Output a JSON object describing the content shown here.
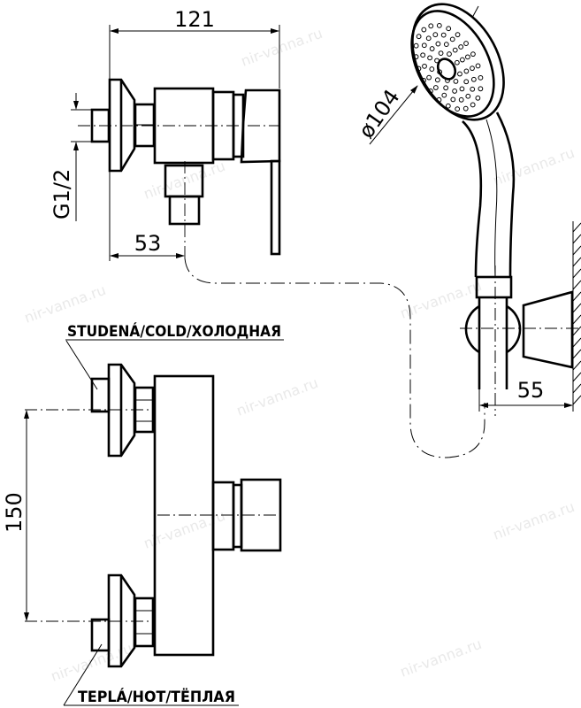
{
  "watermark": "nir-vanna.ru",
  "side_view": {
    "width_dim": "121",
    "thread_dim": "G1/2",
    "outlet_dim": "53"
  },
  "hand_shower": {
    "diameter_dim": "ø104",
    "holder_dim": "55"
  },
  "front_view": {
    "spacing_dim": "150",
    "cold_label": "STUDENÁ/COLD/ХОЛОДНАЯ",
    "hot_label": "TEPLÁ/HOT/ТЁПЛАЯ"
  }
}
